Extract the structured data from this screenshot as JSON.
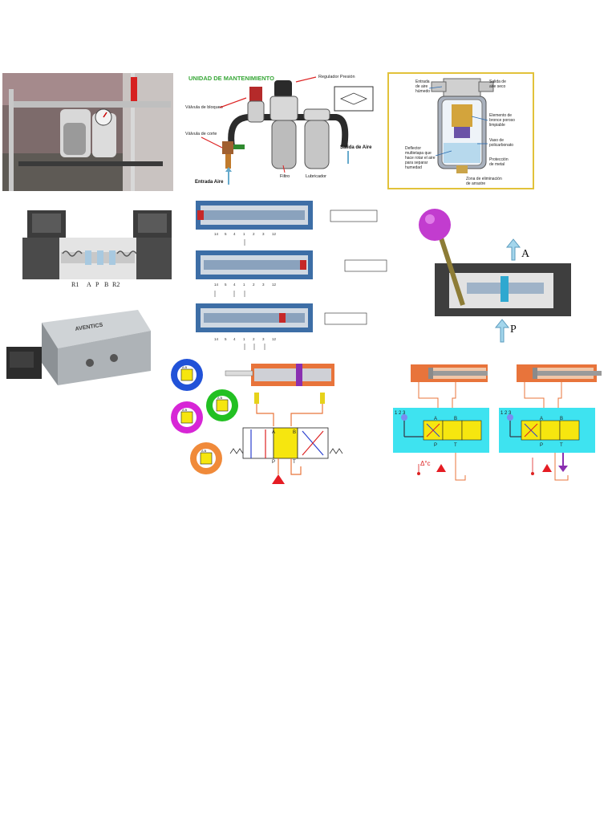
{
  "maintenance_unit": {
    "title": "UNIDAD DE MANTENIMIENTO",
    "regulador": "Regulador Presión",
    "bloqueo": "Válvula de bloqueo",
    "corte": "Válvula de corte",
    "salida": "Salida de Aire",
    "entrada": "Entrada Aire",
    "filtro": "Filtro",
    "lubricador": "Lubricador"
  },
  "filter_detail": {
    "entrada_humedo": [
      "Entrada",
      "de aire",
      "húmedo"
    ],
    "salida_seco": [
      "Salida de",
      "aire seco"
    ],
    "elemento": [
      "Elemento de",
      "bronce poroso",
      "limpiable"
    ],
    "vaso": [
      "Vaso de",
      "policarbonato"
    ],
    "deflector": [
      "Deflector",
      "multietapa que",
      "hace rotar el aire",
      "para separar",
      "humedad"
    ],
    "proteccion": [
      "Protección",
      "de metal"
    ],
    "zona": [
      "Zona de eliminación",
      "de arrastre"
    ]
  },
  "valve_section": {
    "ports": [
      "R1",
      "A",
      "P",
      "B",
      "R2"
    ]
  },
  "spool_valves": {
    "port_numbers": [
      "14",
      "5",
      "4",
      "1",
      "2",
      "3",
      "12"
    ]
  },
  "manual_valve": {
    "port_a": "A",
    "port_p": "P"
  },
  "cylinder_diagram": {
    "a": "A",
    "b": "B",
    "p": "P",
    "t": "T",
    "ab": "A B"
  },
  "cyan_diagrams": {
    "pos": "1 2 3",
    "a": "A",
    "b": "B",
    "p": "P",
    "t": "T",
    "delta": "Δ°c"
  },
  "valve_product": {
    "brand": "AVENTICS"
  },
  "colors": {
    "yellow": "#f6e60f",
    "cyan": "#3ee3f0",
    "orange": "#e8743b",
    "red": "#e51c23",
    "blue": "#1e4fd1"
  }
}
